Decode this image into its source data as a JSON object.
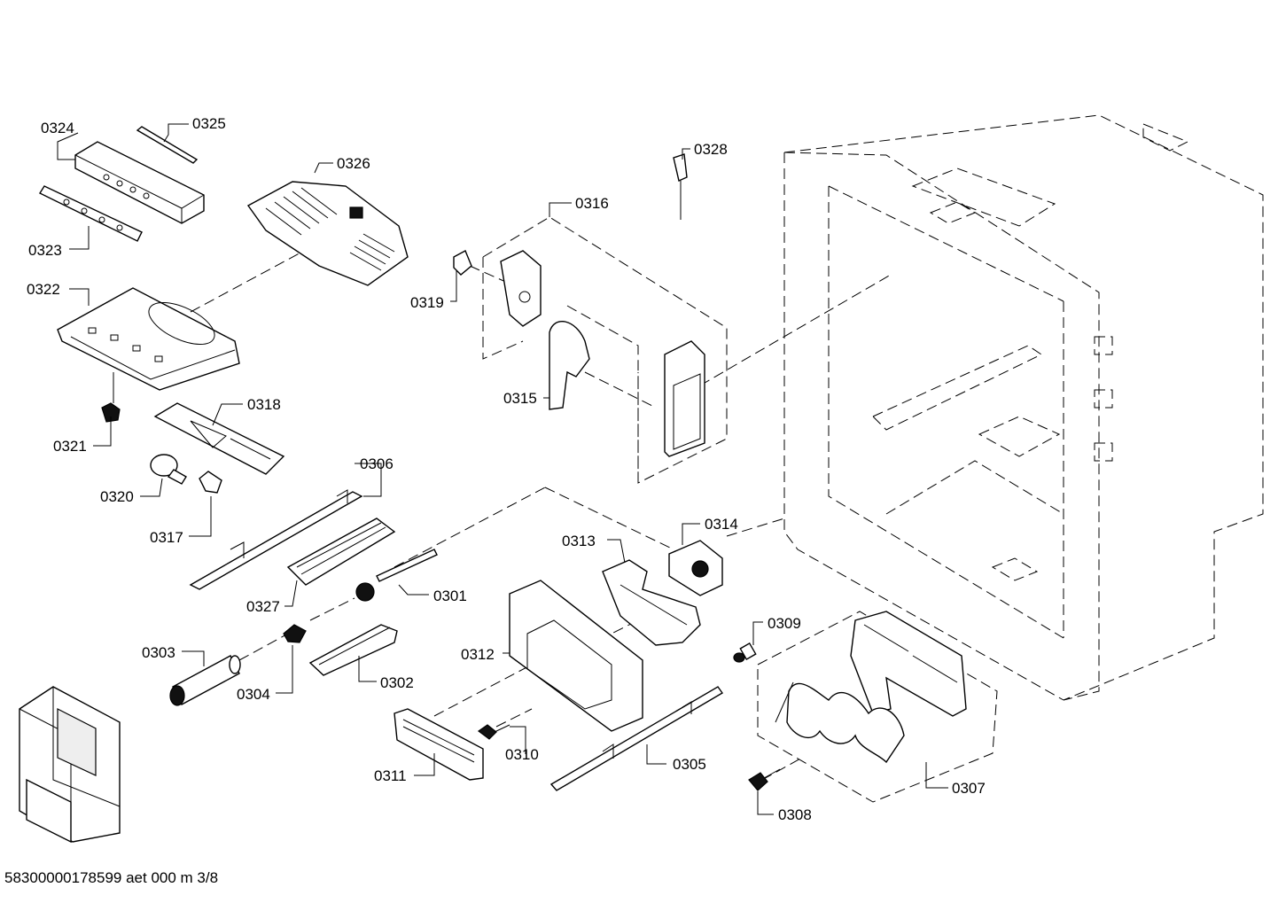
{
  "drawing": {
    "footer_text": "58300000178599 aet 000 m 3/8",
    "parts": {
      "p0324": "0324",
      "p0325": "0325",
      "p0326": "0326",
      "p0323": "0323",
      "p0322": "0322",
      "p0321": "0321",
      "p0318": "0318",
      "p0320": "0320",
      "p0317": "0317",
      "p0306": "0306",
      "p0327": "0327",
      "p0301": "0301",
      "p0303": "0303",
      "p0304": "0304",
      "p0302": "0302",
      "p0328": "0328",
      "p0316": "0316",
      "p0319": "0319",
      "p0315": "0315",
      "p0314": "0314",
      "p0313": "0313",
      "p0312": "0312",
      "p0311": "0311",
      "p0310": "0310",
      "p0305": "0305",
      "p0309": "0309",
      "p0308": "0308",
      "p0307": "0307"
    }
  }
}
